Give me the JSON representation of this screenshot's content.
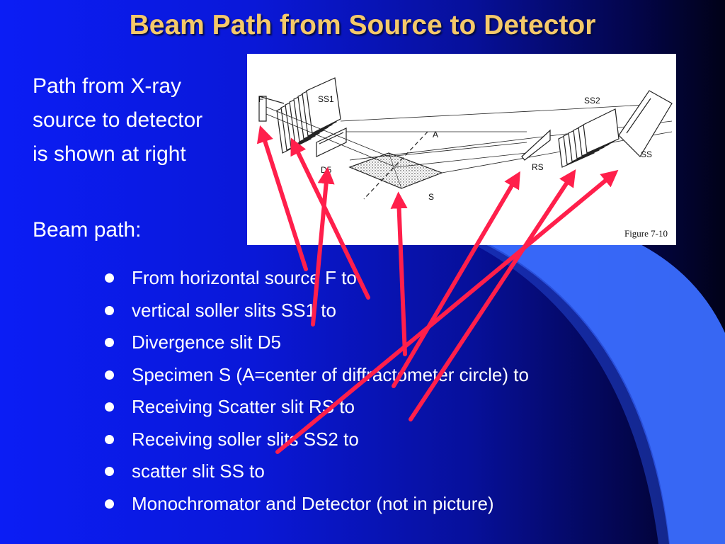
{
  "slide": {
    "title": "Beam Path from Source to Detector",
    "intro": "Path from X-ray source to detector is shown at right",
    "subheading": "Beam path:",
    "bullets": [
      "From horizontal source F to",
      "vertical soller slits SS1 to",
      "Divergence slit D5",
      "Specimen S (A=center of diffractometer circle) to",
      "Receiving Scatter slit RS to",
      "Receiving soller slits SS2 to",
      "scatter slit SS to",
      "Monochromator and Detector (not in picture)"
    ]
  },
  "figure": {
    "caption": "Figure 7-10",
    "labels": {
      "f": "F",
      "ss1": "SS1",
      "d5": "D5",
      "a": "A",
      "s": "S",
      "rs": "RS",
      "ss2": "SS2",
      "ss": "SS"
    }
  },
  "colors": {
    "background_blue": "#0b1df5",
    "accent_shape": "#3a6dff",
    "title": "#f5c96a",
    "text": "#ffffff",
    "arrow": "#ff1f4b"
  }
}
